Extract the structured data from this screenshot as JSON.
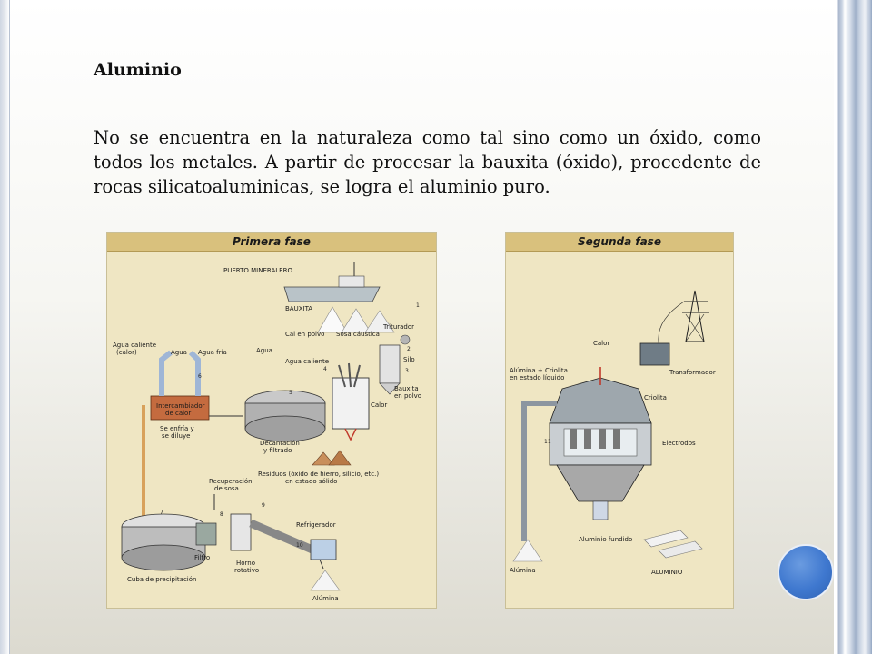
{
  "slide": {
    "title": "Aluminio",
    "paragraph": "No se encuentra en la naturaleza como tal sino como un óxido, como todos los metales. A partir de procesar la bauxita (óxido), procedente de rocas silicatoaluminicas, se logra el aluminio puro."
  },
  "figure1": {
    "header": "Primera fase",
    "labels": {
      "puerto": "PUERTO MINERALERO",
      "bauxita": "BAUXITA",
      "cal": "Cal en polvo",
      "sosa": "Sosa cáustica",
      "triturador": "Triturador",
      "silo": "Silo",
      "agua_caliente_calor_1": "Agua caliente",
      "agua_caliente_calor_2": "(calor)",
      "agua": "Agua",
      "agua_fria": "Agua fría",
      "agua2": "Agua",
      "agua_caliente": "Agua caliente",
      "bauxita_polvo_1": "Bauxita",
      "bauxita_polvo_2": "en polvo",
      "calor": "Calor",
      "intercambiador_1": "Intercambiador",
      "intercambiador_2": "de calor",
      "enfria_1": "Se enfría y",
      "enfria_2": "se diluye",
      "decantacion_1": "Decantación",
      "decantacion_2": "y filtrado",
      "residuos_1": "Residuos (óxido de hierro, silicio, etc.)",
      "residuos_2": "en estado sólido",
      "recuperacion_1": "Recuperación",
      "recuperacion_2": "de sosa",
      "refrigerador": "Refrigerador",
      "filtro": "Filtro",
      "horno_1": "Horno",
      "horno_2": "rotativo",
      "cuba": "Cuba de precipitación",
      "alumina": "Alúmina"
    },
    "numbers": [
      "1",
      "2",
      "3",
      "4",
      "5",
      "6",
      "7",
      "8",
      "9",
      "10"
    ]
  },
  "figure2": {
    "header": "Segunda fase",
    "labels": {
      "calor": "Calor",
      "alumina_criolita_1": "Alúmina + Criolita",
      "alumina_criolita_2": "en estado líquido",
      "transformador": "Transformador",
      "criolita": "Criolita",
      "electrodos": "Electrodos",
      "aluminio_fundido": "Aluminio fundido",
      "alumina": "Alúmina",
      "aluminio": "ALUMINIO"
    },
    "numbers": [
      "11"
    ]
  },
  "colors": {
    "accent": "#3f78cf",
    "figure_bg": "#efe6c3",
    "figure_header": "#d9c17d"
  }
}
